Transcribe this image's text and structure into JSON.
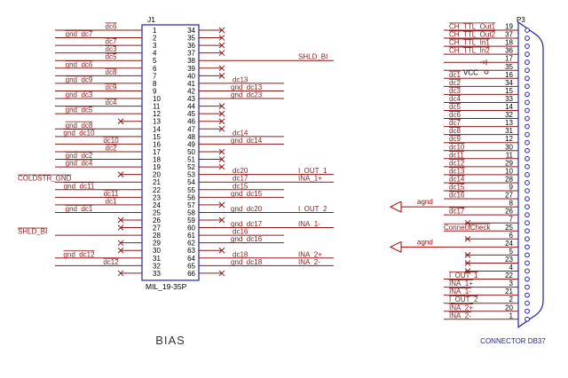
{
  "j1": {
    "ref": "J1",
    "part": "MIL_19-35P",
    "title": "BIAS",
    "left": [
      {
        "pin": "1",
        "net": "dc6"
      },
      {
        "pin": "2",
        "net": "gnd_dc7"
      },
      {
        "pin": "3",
        "net": "dc7"
      },
      {
        "pin": "4",
        "net": "dc3"
      },
      {
        "pin": "5",
        "net": "dc5"
      },
      {
        "pin": "6",
        "net": "gnd_dc6"
      },
      {
        "pin": "7",
        "net": "dc8"
      },
      {
        "pin": "8",
        "net": "gnd_dc9"
      },
      {
        "pin": "9",
        "net": "dc9"
      },
      {
        "pin": "10",
        "net": "gnd_dc3"
      },
      {
        "pin": "11",
        "net": "dc4"
      },
      {
        "pin": "12",
        "net": "gnd_dc5"
      },
      {
        "pin": "13",
        "nc": true
      },
      {
        "pin": "14",
        "net": "gnd_dc8"
      },
      {
        "pin": "15",
        "net": "gnd_dc10"
      },
      {
        "pin": "16",
        "net": "dc10"
      },
      {
        "pin": "17",
        "net": "dc2"
      },
      {
        "pin": "18",
        "net": "gnd_dc2"
      },
      {
        "pin": "19",
        "net": "gnd_dc4"
      },
      {
        "pin": "20",
        "nc": true
      },
      {
        "pin": "21",
        "net": "COLDSTR_GND"
      },
      {
        "pin": "22",
        "net": "gnd_dc11"
      },
      {
        "pin": "23",
        "net": "dc11"
      },
      {
        "pin": "24",
        "net": "dc1"
      },
      {
        "pin": "25",
        "net": "gnd_dc1"
      },
      {
        "pin": "26",
        "nc": true
      },
      {
        "pin": "27",
        "nc": true
      },
      {
        "pin": "28",
        "net": "SHLD_BI"
      },
      {
        "pin": "29",
        "nc": true
      },
      {
        "pin": "30",
        "nc": true
      },
      {
        "pin": "31",
        "net": "gnd_dc12"
      },
      {
        "pin": "32",
        "net": "dc12"
      },
      {
        "pin": "33",
        "nc": true
      }
    ],
    "right": [
      {
        "pin": "34",
        "nc": true
      },
      {
        "pin": "35",
        "nc": true
      },
      {
        "pin": "36",
        "nc": true
      },
      {
        "pin": "37",
        "nc": true
      },
      {
        "pin": "38",
        "net": "SHLD_BI"
      },
      {
        "pin": "39",
        "nc": true
      },
      {
        "pin": "40",
        "nc": true
      },
      {
        "pin": "41",
        "net": "dc13"
      },
      {
        "pin": "42",
        "net": "gnd_dc13"
      },
      {
        "pin": "43",
        "net": "gnd_dc23"
      },
      {
        "pin": "44",
        "nc": true
      },
      {
        "pin": "45",
        "nc": true
      },
      {
        "pin": "46",
        "nc": true
      },
      {
        "pin": "47",
        "nc": true
      },
      {
        "pin": "48",
        "net": "dc14"
      },
      {
        "pin": "49",
        "net": "gnd_dc14"
      },
      {
        "pin": "50",
        "nc": true
      },
      {
        "pin": "51",
        "nc": true
      },
      {
        "pin": "52",
        "nc": true
      },
      {
        "pin": "53",
        "net": "dc20"
      },
      {
        "pin": "54",
        "net": "dc17"
      },
      {
        "pin": "55",
        "net": "dc15"
      },
      {
        "pin": "56",
        "net": "gnd_dc15"
      },
      {
        "pin": "57",
        "nc": true
      },
      {
        "pin": "58",
        "net": "gnd_dc20"
      },
      {
        "pin": "59",
        "nc": true
      },
      {
        "pin": "60",
        "net": "gnd_dc17"
      },
      {
        "pin": "61",
        "net": "dc16"
      },
      {
        "pin": "62",
        "net": "gnd_dc16"
      },
      {
        "pin": "63",
        "nc": true
      },
      {
        "pin": "64",
        "net": "dc18"
      },
      {
        "pin": "65",
        "net": "gnd_dc18"
      },
      {
        "pin": "66",
        "nc": true
      }
    ],
    "far_right_labels": [
      {
        "pin": "38",
        "text": "SHLD_BI"
      },
      {
        "pin": "53",
        "text": "I_OUT_1"
      },
      {
        "pin": "54",
        "text": "INA_1+"
      },
      {
        "pin": "58",
        "text": "I_OUT_2"
      },
      {
        "pin": "60",
        "text": "INA_1-"
      },
      {
        "pin": "64",
        "text": "INA_2+"
      },
      {
        "pin": "65",
        "text": "INA_2-"
      }
    ]
  },
  "p3": {
    "ref": "P3",
    "caption": "CONNECTOR DB37",
    "vcc": "VCC",
    "rows": [
      {
        "pin": "19",
        "net": "CH_TTL_Out1"
      },
      {
        "pin": "37",
        "net": "CH_TTL_Out2"
      },
      {
        "pin": "18",
        "net": "CH_TTL_In1"
      },
      {
        "pin": "36",
        "net": "CH_TTL_In2"
      },
      {
        "pin": "17",
        "net": ""
      },
      {
        "pin": "35",
        "net": ""
      },
      {
        "pin": "16",
        "net": "dc1"
      },
      {
        "pin": "34",
        "net": "dc2"
      },
      {
        "pin": "15",
        "net": "dc3"
      },
      {
        "pin": "33",
        "net": "dc4"
      },
      {
        "pin": "14",
        "net": "dc5"
      },
      {
        "pin": "32",
        "net": "dc6"
      },
      {
        "pin": "13",
        "net": "dc7"
      },
      {
        "pin": "31",
        "net": "dc8"
      },
      {
        "pin": "12",
        "net": "dc9"
      },
      {
        "pin": "30",
        "net": "dc10"
      },
      {
        "pin": "11",
        "net": "dc11"
      },
      {
        "pin": "29",
        "net": "dc12"
      },
      {
        "pin": "10",
        "net": "dc13"
      },
      {
        "pin": "28",
        "net": "dc14"
      },
      {
        "pin": "9",
        "net": "dc15"
      },
      {
        "pin": "27",
        "net": "dc16"
      },
      {
        "pin": "8",
        "net": ""
      },
      {
        "pin": "26",
        "net": "dc17"
      },
      {
        "pin": "7",
        "net": ""
      },
      {
        "pin": "25",
        "net": "ConnectCheck"
      },
      {
        "pin": "6",
        "net": ""
      },
      {
        "pin": "24",
        "net": ""
      },
      {
        "pin": "5",
        "net": ""
      },
      {
        "pin": "23",
        "net": ""
      },
      {
        "pin": "4",
        "net": ""
      },
      {
        "pin": "22",
        "net": "I_OUT_1"
      },
      {
        "pin": "3",
        "net": "INA_1+"
      },
      {
        "pin": "21",
        "net": "INA_1-"
      },
      {
        "pin": "2",
        "net": "I_OUT_2"
      },
      {
        "pin": "20",
        "net": "INA_2+"
      },
      {
        "pin": "1",
        "net": "INA_2-"
      }
    ],
    "nc_pins": [
      "7",
      "6",
      "5",
      "23",
      "4"
    ],
    "agnd": [
      {
        "pin": "8",
        "label": "agnd"
      },
      {
        "pin": "24",
        "label": "agnd"
      }
    ]
  },
  "colors": {
    "wire": "#8b1a1a",
    "body": "#2323a0",
    "pin_number": "#000000",
    "label": "#8b1a1a",
    "nc": "#8b1a1a",
    "agnd": "#b00000",
    "background": "#ffffff"
  }
}
